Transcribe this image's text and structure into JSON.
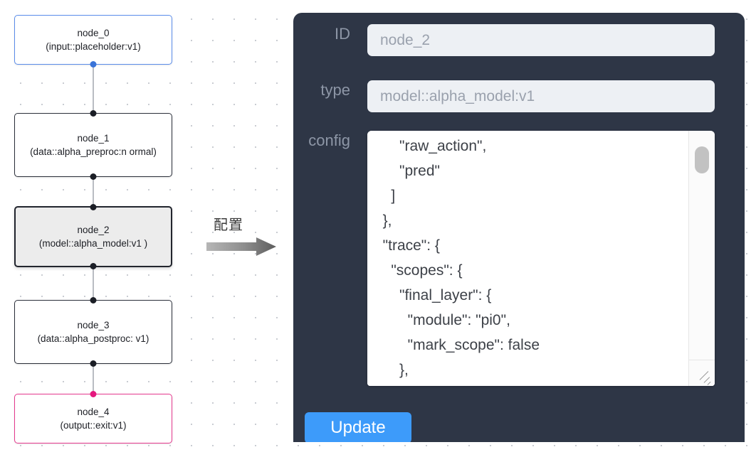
{
  "graph": {
    "nodes": [
      {
        "id": "node_0",
        "type_line": "(input::placeholder:v1)",
        "kind": "input",
        "selected": false
      },
      {
        "id": "node_1",
        "type_line": "(data::alpha_preproc:n ormal)",
        "kind": "default",
        "selected": false
      },
      {
        "id": "node_2",
        "type_line": "(model::alpha_model:v1 )",
        "kind": "default",
        "selected": true
      },
      {
        "id": "node_3",
        "type_line": "(data::alpha_postproc: v1)",
        "kind": "default",
        "selected": false
      },
      {
        "id": "node_4",
        "type_line": "(output::exit:v1)",
        "kind": "output",
        "selected": false
      }
    ],
    "node_border_colors": {
      "input": "#5b8dea",
      "output": "#e5398e",
      "default": "#2b2f3a",
      "selected": "#22252e"
    },
    "selected_fill": "#ececec",
    "edge_color": "#b9bcc2",
    "port_color": "#1b1e26"
  },
  "arrow": {
    "label": "配置",
    "color": "#6e6e6e"
  },
  "inspector": {
    "background": "#2e3646",
    "fields": [
      {
        "label": "ID",
        "value": "node_2"
      },
      {
        "label": "type",
        "value": "model::alpha_model:v1"
      },
      {
        "label": "config",
        "value": ""
      }
    ],
    "id_label": "ID",
    "id_value": "node_2",
    "type_label": "type",
    "type_value": "model::alpha_model:v1",
    "config_label": "config",
    "config_value": "      \"raw_action\",\n      \"pred\"\n    ]\n  },\n  \"trace\": {\n    \"scopes\": {\n      \"final_layer\": {\n        \"module\": \"pi0\",\n        \"mark_scope\": false\n      },\n      \"action_model\": {",
    "update_label": "Update",
    "accent_color": "#3d9bfa",
    "field_background": "#edf0f4",
    "label_color": "#8d96a6"
  }
}
